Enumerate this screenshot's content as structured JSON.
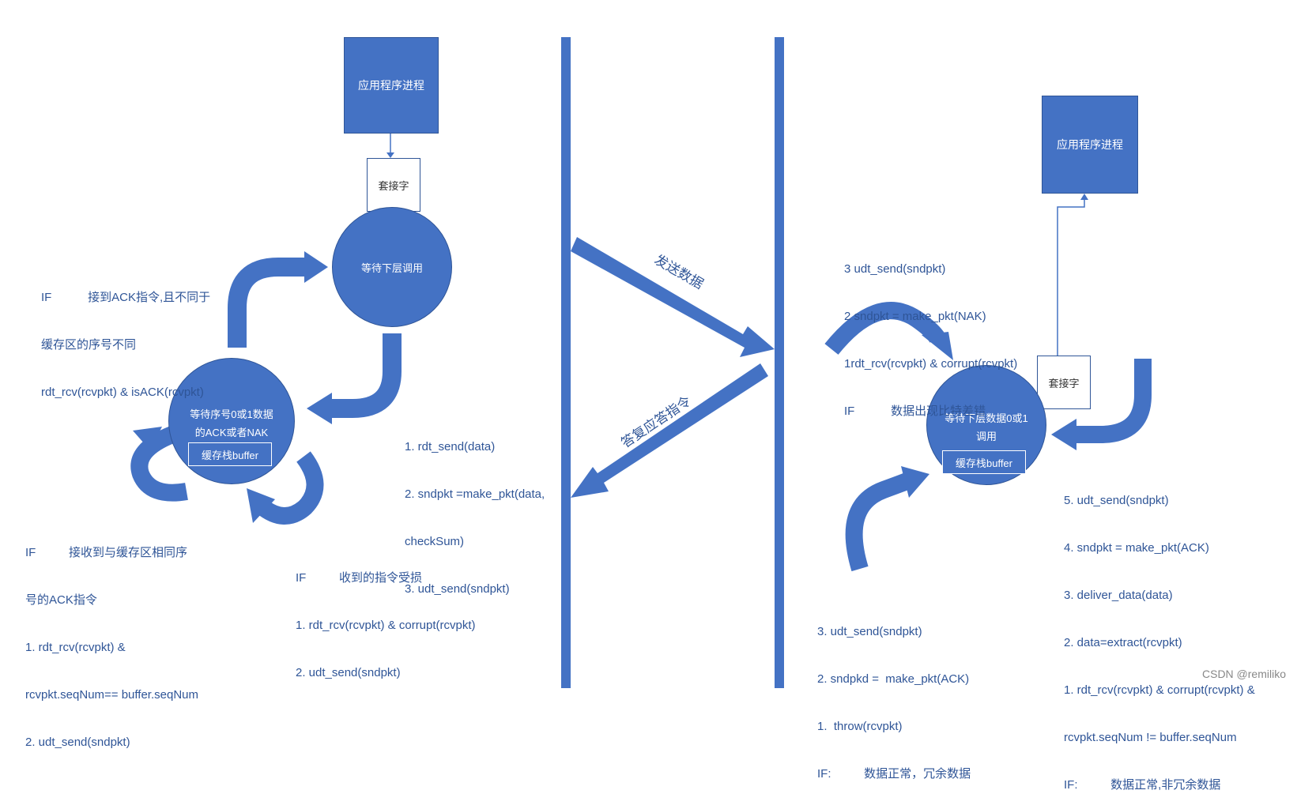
{
  "left": {
    "app_box": "应用程序进程",
    "socket": "套接字",
    "wait_circle": "等待下层调用",
    "state_circle": [
      "等待序号0或1数据",
      "的ACK或者NAK"
    ],
    "buffer": "缓存栈buffer",
    "note_top_left": [
      "IF           接到ACK指令,且不同于",
      "缓存区的序号不同",
      "rdt_rcv(rcvpkt) & isACK(rcvpkt)"
    ],
    "note_send": [
      "1. rdt_send(data)",
      "2. sndpkt =make_pkt(data,",
      "checkSum)",
      "3. udt_send(sndpkt)"
    ],
    "note_bottom_left": [
      "IF          接收到与缓存区相同序",
      "号的ACK指令",
      "1. rdt_rcv(rcvpkt) &",
      "rcvpkt.seqNum== buffer.seqNum",
      "2. udt_send(sndpkt)"
    ],
    "note_bottom_mid": [
      "IF          收到的指令受损",
      "1. rdt_rcv(rcvpkt) & corrupt(rcvpkt)",
      "2. udt_send(sndpkt)"
    ]
  },
  "middle": {
    "send_label": "发送数据",
    "reply_label": "答复应答指令"
  },
  "right": {
    "app_box": "应用程序进程",
    "socket": "套接字",
    "state_circle": [
      "等待下层数据0或1",
      "调用"
    ],
    "buffer": "缓存栈buffer",
    "note_top": [
      "3 udt_send(sndpkt)",
      "2 sndpkt = make_pkt(NAK)",
      "1rdt_rcv(rcvpkt) & corrupt(rcvpkt)",
      "IF           数据出现比特差错"
    ],
    "note_right": [
      "5. udt_send(sndpkt)",
      "4. sndpkt = make_pkt(ACK)",
      "3. deliver_data(data)",
      "2. data=extract(rcvpkt)",
      "1. rdt_rcv(rcvpkt) & corrupt(rcvpkt) &",
      "rcvpkt.seqNum != buffer.seqNum",
      "IF:          数据正常,非冗余数据"
    ],
    "note_bottom": [
      "3. udt_send(sndpkt)",
      "2. sndpkd =  make_pkt(ACK)",
      "1.  throw(rcvpkt)",
      "IF:          数据正常，冗余数据"
    ]
  },
  "watermark": "CSDN @remiliko",
  "colors": {
    "primary": "#4472c4",
    "dark": "#2f5597",
    "text": "#2f5597"
  }
}
